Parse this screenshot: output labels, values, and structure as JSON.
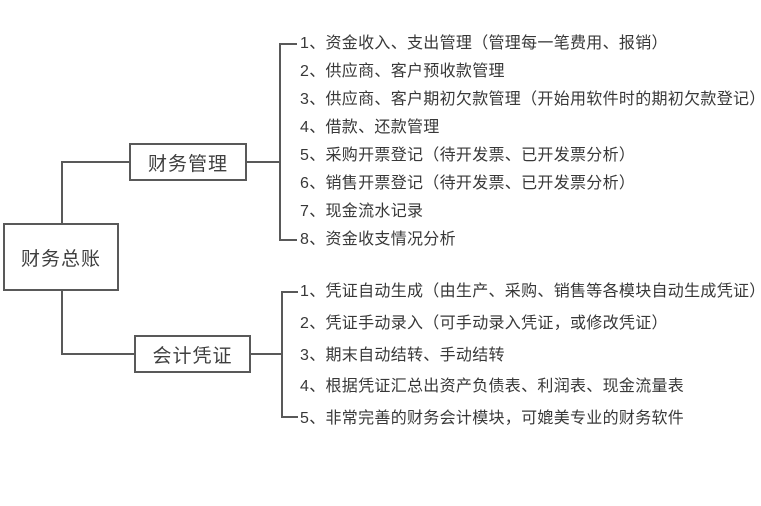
{
  "diagram": {
    "type": "tree",
    "root": {
      "label": "财务总账"
    },
    "branches": [
      {
        "label": "财务管理",
        "items": [
          "1、资金收入、支出管理（管理每一笔费用、报销）",
          "2、供应商、客户预收款管理",
          "3、供应商、客户期初欠款管理（开始用软件时的期初欠款登记）",
          "4、借款、还款管理",
          "5、采购开票登记（待开发票、已开发票分析）",
          "6、销售开票登记（待开发票、已开发票分析）",
          "7、现金流水记录",
          "8、资金收支情况分析"
        ]
      },
      {
        "label": "会计凭证",
        "items": [
          "1、凭证自动生成（由生产、采购、销售等各模块自动生成凭证）",
          "2、凭证手动录入（可手动录入凭证，或修改凭证）",
          "3、期末自动结转、手动结转",
          "4、根据凭证汇总出资产负债表、利润表、现金流量表",
          "5、非常完善的财务会计模块，可媲美专业的财务软件"
        ]
      }
    ],
    "colors": {
      "line": "#595959",
      "text": "#383838",
      "node_border": "#595959",
      "background": "#ffffff"
    }
  }
}
